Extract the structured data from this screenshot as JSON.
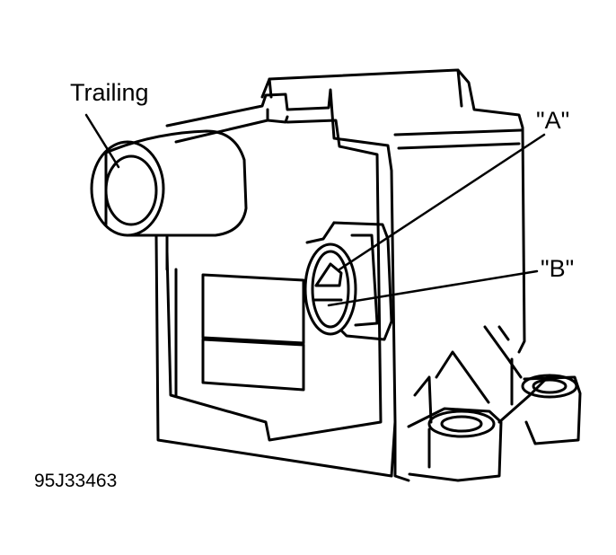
{
  "labels": {
    "trailing": "Trailing",
    "terminal_a": "\"A\"",
    "terminal_b": "\"B\"",
    "figure_id": "95J33463"
  },
  "colors": {
    "ink": "#000000",
    "background": "#ffffff"
  }
}
